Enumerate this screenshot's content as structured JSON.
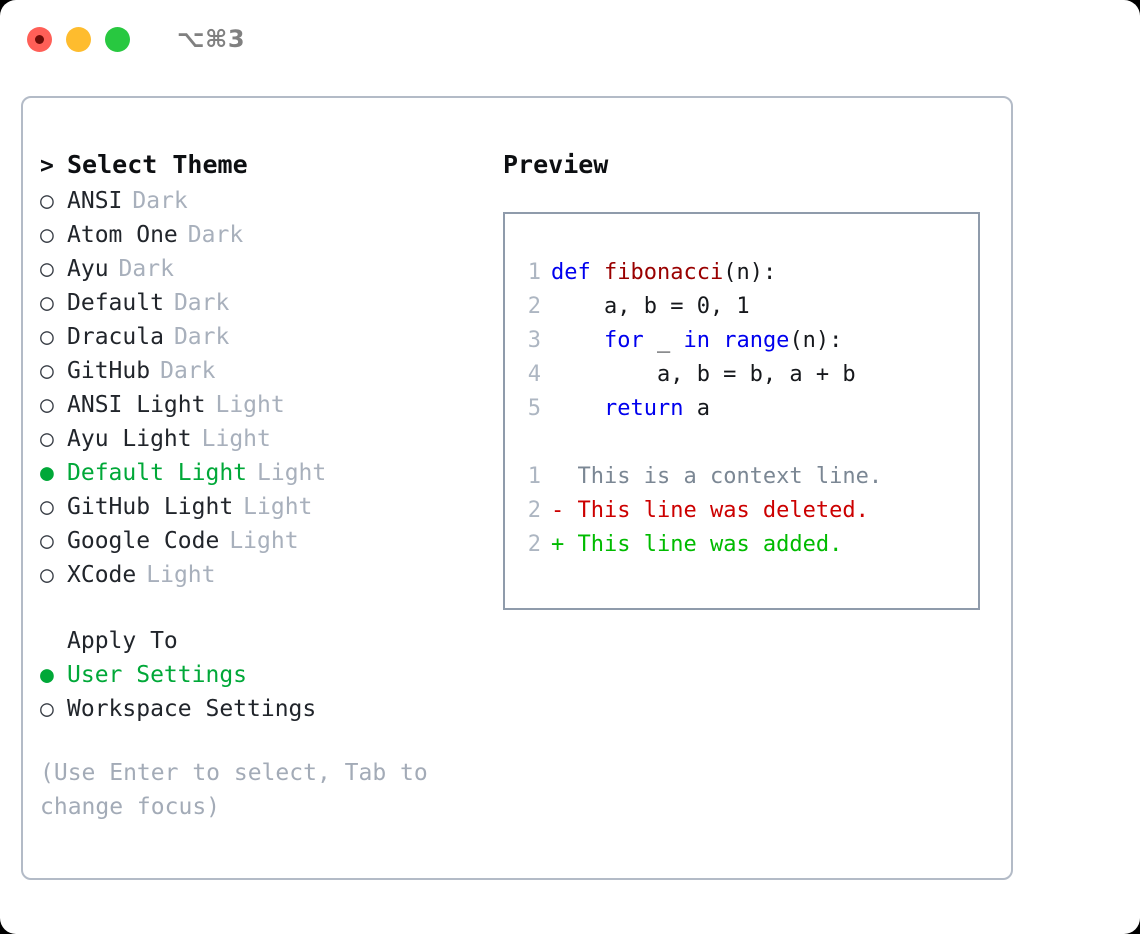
{
  "titlebar": {
    "shortcut": "⌥⌘3",
    "buttons": [
      {
        "name": "close",
        "color": "#ff5f57"
      },
      {
        "name": "minimize",
        "color": "#febc2e"
      },
      {
        "name": "zoom",
        "color": "#28c840"
      }
    ]
  },
  "theme_picker": {
    "header_marker": ">",
    "header": "Select Theme",
    "items": [
      {
        "marker": "○",
        "label": "ANSI",
        "tag": "Dark",
        "selected": false
      },
      {
        "marker": "○",
        "label": "Atom One",
        "tag": "Dark",
        "selected": false
      },
      {
        "marker": "○",
        "label": "Ayu",
        "tag": "Dark",
        "selected": false
      },
      {
        "marker": "○",
        "label": "Default",
        "tag": "Dark",
        "selected": false
      },
      {
        "marker": "○",
        "label": "Dracula",
        "tag": "Dark",
        "selected": false
      },
      {
        "marker": "○",
        "label": "GitHub",
        "tag": "Dark",
        "selected": false
      },
      {
        "marker": "○",
        "label": "ANSI Light",
        "tag": "Light",
        "selected": false
      },
      {
        "marker": "○",
        "label": "Ayu Light",
        "tag": "Light",
        "selected": false
      },
      {
        "marker": "●",
        "label": "Default Light",
        "tag": "Light",
        "selected": true
      },
      {
        "marker": "○",
        "label": "GitHub Light",
        "tag": "Light",
        "selected": false
      },
      {
        "marker": "○",
        "label": "Google Code",
        "tag": "Light",
        "selected": false
      },
      {
        "marker": "○",
        "label": "XCode",
        "tag": "Light",
        "selected": false
      }
    ]
  },
  "apply_to": {
    "title": "Apply To",
    "items": [
      {
        "marker": "●",
        "label": "User Settings",
        "selected": true
      },
      {
        "marker": "○",
        "label": "Workspace Settings",
        "selected": false
      }
    ]
  },
  "hint": "(Use Enter to select, Tab to change focus)",
  "preview": {
    "title": "Preview",
    "code": [
      {
        "num": "1",
        "tokens": [
          {
            "t": "def ",
            "c": "kw"
          },
          {
            "t": "fibonacci",
            "c": "fn"
          },
          {
            "t": "(n):",
            "c": "plain"
          }
        ]
      },
      {
        "num": "2",
        "tokens": [
          {
            "t": "    a, b = 0, 1",
            "c": "plain"
          }
        ]
      },
      {
        "num": "3",
        "tokens": [
          {
            "t": "    for ",
            "c": "kw"
          },
          {
            "t": "_ ",
            "c": "plain"
          },
          {
            "t": "in range",
            "c": "kw"
          },
          {
            "t": "(n):",
            "c": "plain"
          }
        ]
      },
      {
        "num": "4",
        "tokens": [
          {
            "t": "        a, b = b, a + b",
            "c": "plain"
          }
        ]
      },
      {
        "num": "5",
        "tokens": [
          {
            "t": "    return ",
            "c": "kw"
          },
          {
            "t": "a",
            "c": "plain"
          }
        ]
      }
    ],
    "diff": [
      {
        "num": "1",
        "marker": "  ",
        "text": "This is a context line.",
        "kind": "ctx"
      },
      {
        "num": "2",
        "marker": "- ",
        "text": "This line was deleted.",
        "kind": "del"
      },
      {
        "num": "2",
        "marker": "+ ",
        "text": "This line was added.",
        "kind": "add"
      }
    ]
  },
  "colors": {
    "accent_green": "#00a838",
    "keyword_blue": "#0000ee",
    "function_red": "#990000",
    "diff_deleted": "#cc0000",
    "diff_added": "#00bb00",
    "muted_gray": "#a8b0bc",
    "border": "#b3bbc7"
  }
}
